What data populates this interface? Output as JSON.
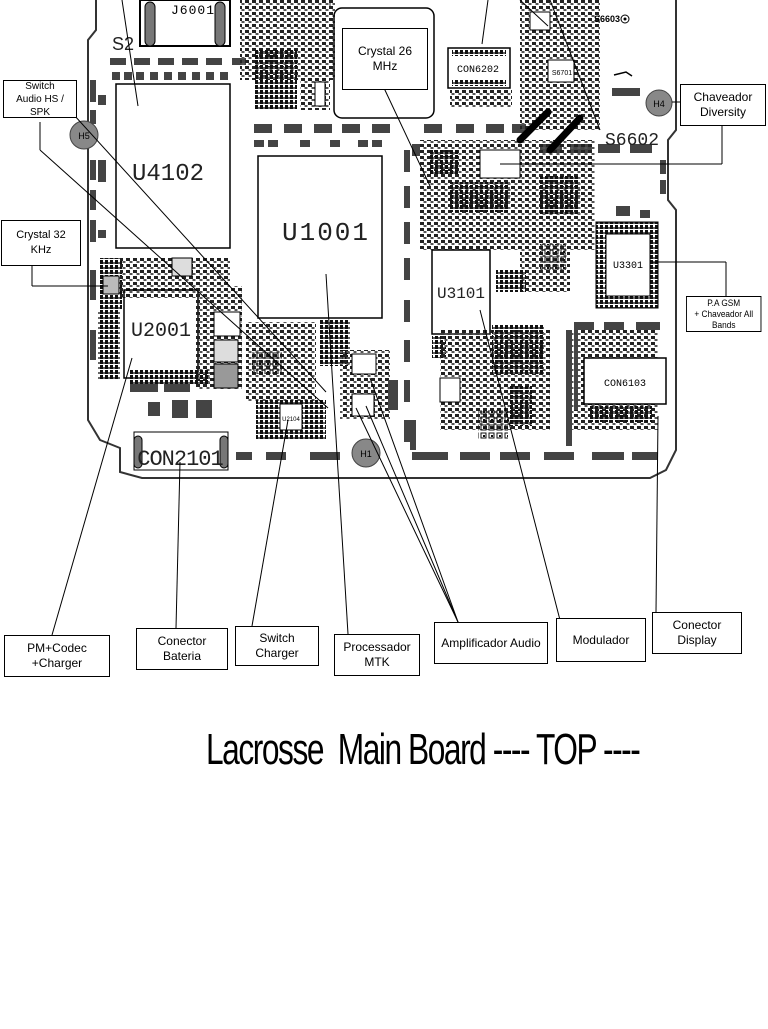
{
  "title": "Lacrosse  Main Board ---- TOP ----",
  "board_markings": {
    "j6001": "J6001",
    "s2": "S2",
    "u4102": "U4102",
    "u1001": "U1001",
    "u2001": "U2001",
    "u3101": "U3101",
    "u3301": "U3301",
    "con6202": "CON6202",
    "con6103": "CON6103",
    "con2101": "CON2101",
    "s6602": "S6602",
    "s6603": "S6603",
    "h1": "H1",
    "h4": "H4",
    "h5": "H5",
    "u2104": "U2104"
  },
  "callouts": {
    "switch_audio": "Switch\nAudio HS / SPK",
    "crystal_32": "Crystal 32 KHz",
    "crystal_26": "Crystal 26 MHz",
    "chaveador_diversity": "Chaveador\nDiversity",
    "pa_gsm": "P.A GSM\n+ Chaveador All Bands",
    "pm_codec": "PM+Codec\n+Charger",
    "conector_bateria": "Conector\nBateria",
    "switch_charger": "Switch Charger",
    "processador_mtk": "Processador\nMTK",
    "amplificador_audio": "Amplificador Audio",
    "modulador": "Modulador",
    "conector_display": "Conector Display"
  }
}
